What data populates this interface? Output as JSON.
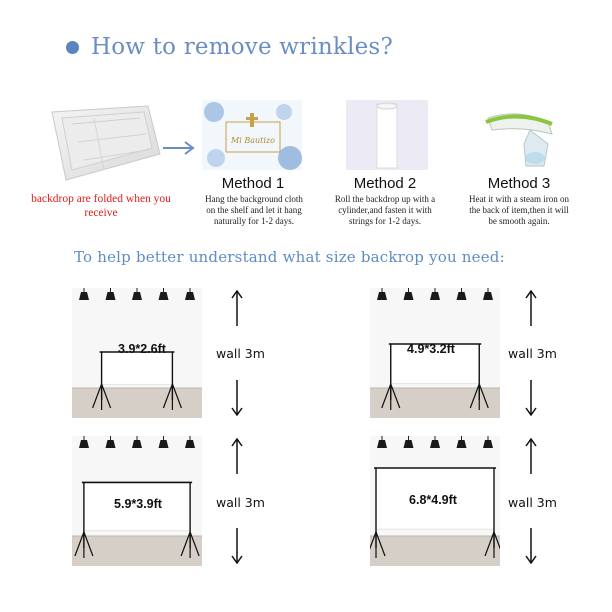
{
  "title": "How to remove wrinkles?",
  "folded_caption": "backdrop are folded when you receive",
  "methods": [
    {
      "title": "Method 1",
      "desc": "Hang the background cloth on the shelf and let it hang naturally for 1-2 days.",
      "image_text": "Mi Bautizo"
    },
    {
      "title": "Method 2",
      "desc": "Roll the backdrop up with a cylinder,and fasten it with strings for 1-2 days."
    },
    {
      "title": "Method 3",
      "desc": "Heat it with a steam iron on the back of item,then it will be smooth again."
    }
  ],
  "help_text": "To help better understand what size backrop you need:",
  "sizes": [
    {
      "label": "3.9*2.6ft",
      "wall": "wall 3m",
      "width_fraction": 0.6,
      "height_fraction": 0.45
    },
    {
      "label": "4.9*3.2ft",
      "wall": "wall 3m",
      "width_fraction": 0.75,
      "height_fraction": 0.55
    },
    {
      "label": "5.9*3.9ft",
      "wall": "wall 3m",
      "width_fraction": 0.9,
      "height_fraction": 0.67
    },
    {
      "label": "6.8*4.9ft",
      "wall": "wall 3m",
      "width_fraction": 1.0,
      "height_fraction": 0.85
    }
  ],
  "colors": {
    "accent": "#6a8ec4",
    "caption_red": "#e0201c"
  }
}
